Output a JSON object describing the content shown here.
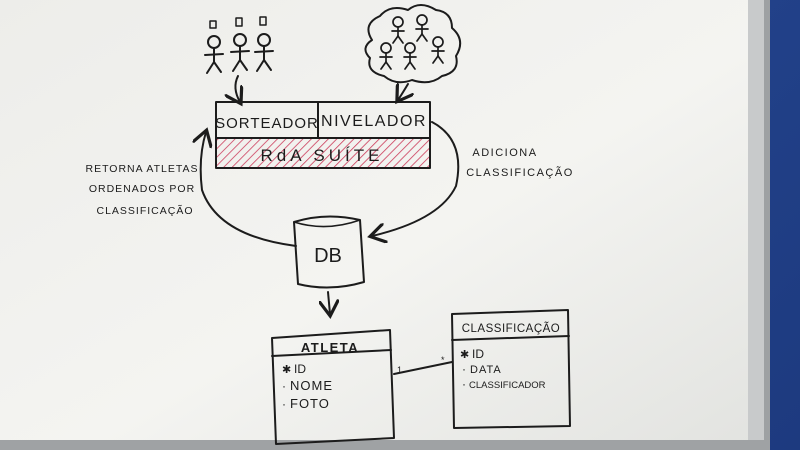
{
  "board": {
    "module_left": "SORTEADOR",
    "module_right": "NIVELADOR",
    "suite": "RdA SUÍTE",
    "db": "DB",
    "left_note": [
      "RETORNA ATLETAS",
      "ORDENADOS POR",
      "CLASSIFICAÇÃO"
    ],
    "right_note": [
      "ADICIONA",
      "CLASSIFICAÇÃO"
    ]
  },
  "entities": {
    "atleta": {
      "title": "ATLETA",
      "fields": [
        "ID",
        "NOME",
        "FOTO"
      ]
    },
    "classificacao": {
      "title": "CLASSIFICAÇÃO",
      "fields": [
        "ID",
        "DATA",
        "CLASSIFICADOR"
      ]
    }
  },
  "colors": {
    "marker": "#1c1c1c",
    "hatch": "#cc3d5c",
    "board": "#f2f2ef",
    "wall": "#1f3f86"
  }
}
